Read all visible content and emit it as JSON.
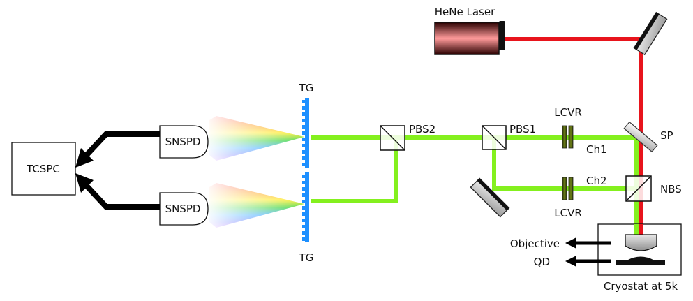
{
  "labels": {
    "hene_laser": "HeNe Laser",
    "tcspc": "TCSPC",
    "snspd_top": "SNSPD",
    "snspd_bottom": "SNSPD",
    "tg_top": "TG",
    "tg_bottom": "TG",
    "pbs2": "PBS2",
    "pbs1": "PBS1",
    "lcvr_top": "LCVR",
    "lcvr_bottom": "LCVR",
    "ch1": "Ch1",
    "ch2": "Ch2",
    "sp": "SP",
    "nbs": "NBS",
    "objective": "Objective",
    "qd": "QD",
    "cryostat": "Cryostat at 5k"
  },
  "colors": {
    "red_beam": "#e8141c",
    "green_beam": "#84f01e",
    "grating_blue": "#1e90ff",
    "lcvr_olive": "#4a5a0c",
    "mirror_gray": "#c8c8c8",
    "arrow_black": "#000000"
  }
}
